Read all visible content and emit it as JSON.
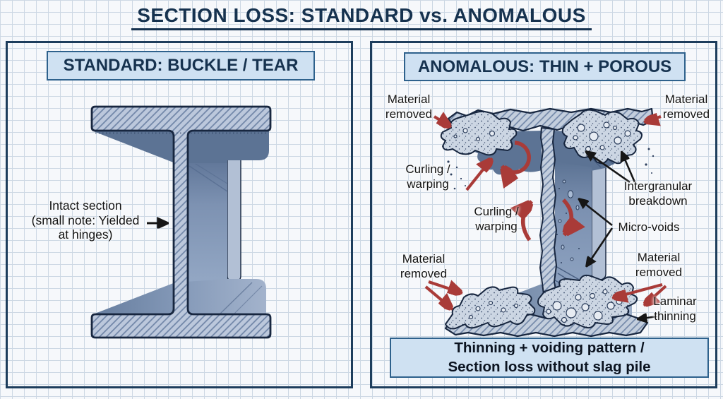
{
  "title": "SECTION LOSS: STANDARD vs. ANOMALOUS",
  "colors": {
    "paper": "#f6f8fb",
    "grid": "#cdd8e4",
    "navy": "#16324f",
    "panel_border": "#1d3d5c",
    "header_bg": "#cfe1f2",
    "header_border": "#2e618c",
    "ink": "#17263f",
    "red": "#a93b38",
    "black": "#161616",
    "beam_light": "#bcc8dc",
    "hatch_line": "#6e84a6",
    "beam_dark": "#5c7394",
    "beam_mid": "#8fa3c1",
    "corroded": "#ccd6e3",
    "void": "#e7ecf3",
    "text": "#141414"
  },
  "left_panel": {
    "header": "STANDARD: BUCKLE / TEAR",
    "callout": "Intact section\n(small note: Yielded\nat hinges)"
  },
  "right_panel": {
    "header": "ANOMALOUS: THIN + POROUS",
    "labels": {
      "material_removed_top_left": "Material\nremoved",
      "material_removed_top_right": "Material\nremoved",
      "curling_warping_upper": "Curling /\nwarping",
      "intergranular_breakdown": "Intergranular\nbreakdown",
      "curling_warping_lower": "Curling /\nwarping",
      "micro_voids": "Micro-voids",
      "material_removed_bottom_left": "Material\nremoved",
      "material_removed_bottom_right": "Material\nremoved",
      "laminar_thinning": "Laminar\nthinning"
    },
    "footer": "Thinning + voiding pattern /\nSection loss without slag pile"
  }
}
